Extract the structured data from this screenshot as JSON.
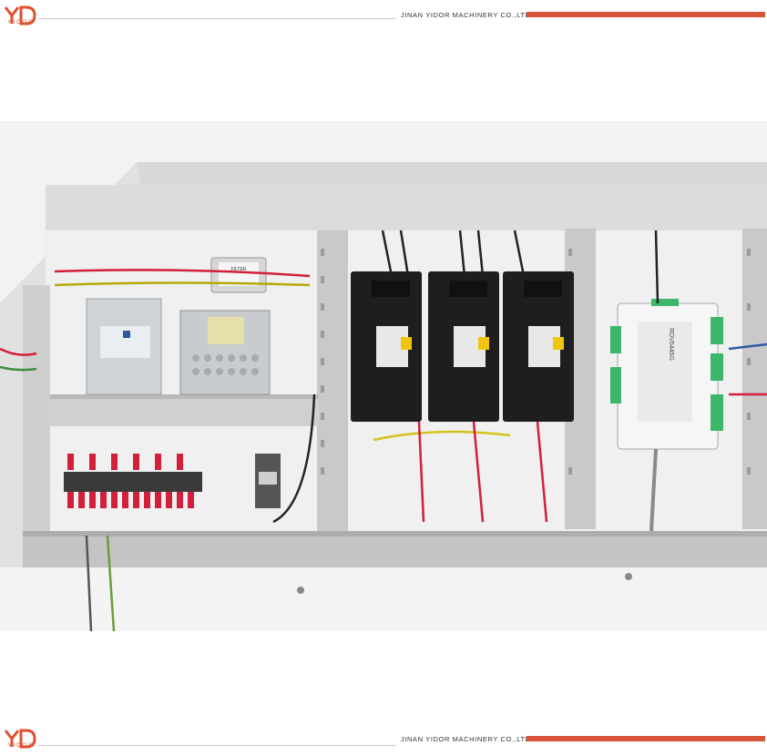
{
  "header": {
    "logo_text": "YIDOR",
    "company_name": "JINAN YIDOR MACHINERY CO.,LTD"
  },
  "footer": {
    "logo_text": "YIDOR",
    "company_name": "JINAN YIDOR MACHINERY CO.,LTD"
  },
  "photo": {
    "filter_label": "FILTER",
    "controller_label": "RDV6445G"
  },
  "colors": {
    "accent": "#d9553a",
    "panel": "#e8e8e8",
    "rail": "#c7c7c7",
    "terminal_red": "#d21f3c",
    "driver_black": "#1e1e1e",
    "terminal_green": "#3db66a"
  }
}
